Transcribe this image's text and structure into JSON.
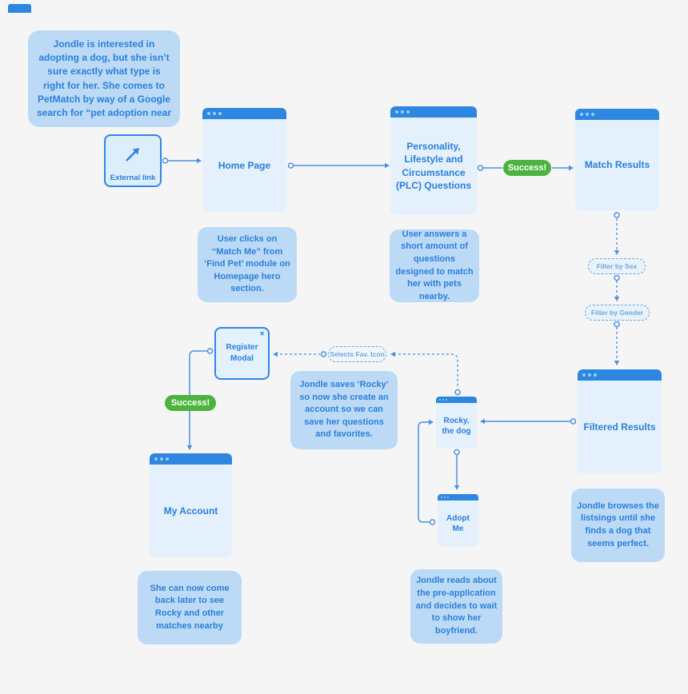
{
  "colors": {
    "background": "#f5f5f6",
    "accent_blue": "#2d87e0",
    "label_blue": "#2a7fdb",
    "window_bg": "#e4f0fc",
    "note_bg": "#bcdaf6",
    "success_green": "#4cb43e",
    "connector_blue": "#4a90e2"
  },
  "windows": {
    "home": {
      "label": "Home Page"
    },
    "plc": {
      "label": "Personality, Lifestyle and Circumstance (PLC) Questions"
    },
    "match": {
      "label": "Match Results"
    },
    "filtered": {
      "label": "Filtered Results"
    },
    "account": {
      "label": "My Account"
    },
    "rocky": {
      "label": "Rocky, the dog"
    },
    "adopt": {
      "label": "Adopt Me"
    }
  },
  "nodes": {
    "external_link": {
      "label": "External link"
    },
    "register_modal": {
      "label": "Register Modal",
      "close_glyph": "✕"
    }
  },
  "badges": {
    "success_plc": {
      "label": "Success!"
    },
    "success_register": {
      "label": "Success!"
    },
    "filter_sex": {
      "label": "Filter by Sex"
    },
    "filter_gender": {
      "label": "Filter by Gender"
    },
    "selects_fav": {
      "label": "Selects Fav. Icon"
    }
  },
  "notes": {
    "intro": {
      "text": "Jondle is interested in adopting a dog, but she isn’t sure exactly what type is right for her.  She comes to PetMatch by way of a Google search for “pet adoption near"
    },
    "home": {
      "text": "User clicks on “Match Me” from ‘Find Pet’ module on Homepage hero section."
    },
    "plc": {
      "text": "User answers a short amount of questions designed to match her with pets nearby."
    },
    "save": {
      "text": "Jondle saves ‘Rocky’ so now she create an account so we can save her questions and favorites."
    },
    "filtered": {
      "text": "Jondle browses the listsings until she finds a dog that seems perfect."
    },
    "account": {
      "text": "She can now come back later to see Rocky and other matches nearby"
    },
    "adopt": {
      "text": "Jondle reads about the pre-application and decides to wait to show her boyfriend."
    }
  }
}
